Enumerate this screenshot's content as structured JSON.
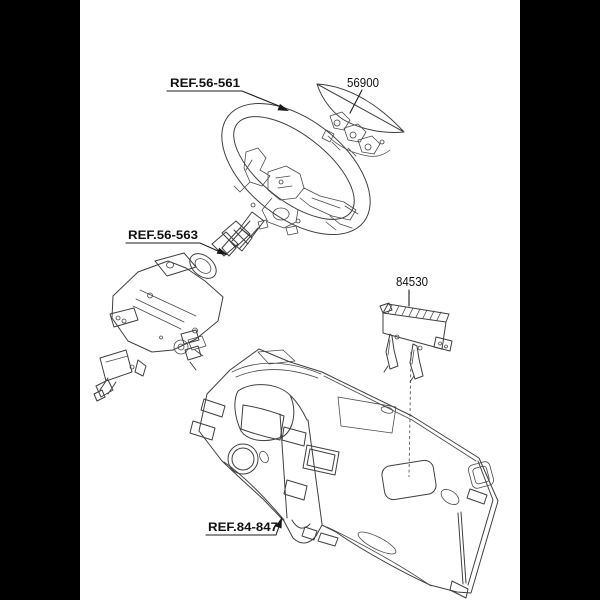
{
  "diagram": {
    "kind": "vehicle-parts-line-diagram",
    "subject": "steering wheel, airbag modules and crash pad",
    "colors": {
      "letterbox": "#000000",
      "canvas": "#ffffff",
      "line_art": "#3f3f3f",
      "label_text": "#101010"
    },
    "callouts": [
      {
        "label": "REF.56-561",
        "style": "reference-underlined",
        "target": "steering-wheel"
      },
      {
        "label": "56900",
        "style": "part-number",
        "target": "driver-airbag-module"
      },
      {
        "label": "REF.56-563",
        "style": "reference-underlined",
        "target": "steering-column"
      },
      {
        "label": "84530",
        "style": "part-number",
        "target": "passenger-airbag-module"
      },
      {
        "label": "REF.84-847",
        "style": "reference-underlined",
        "target": "crash-pad-lower-panel"
      }
    ]
  }
}
